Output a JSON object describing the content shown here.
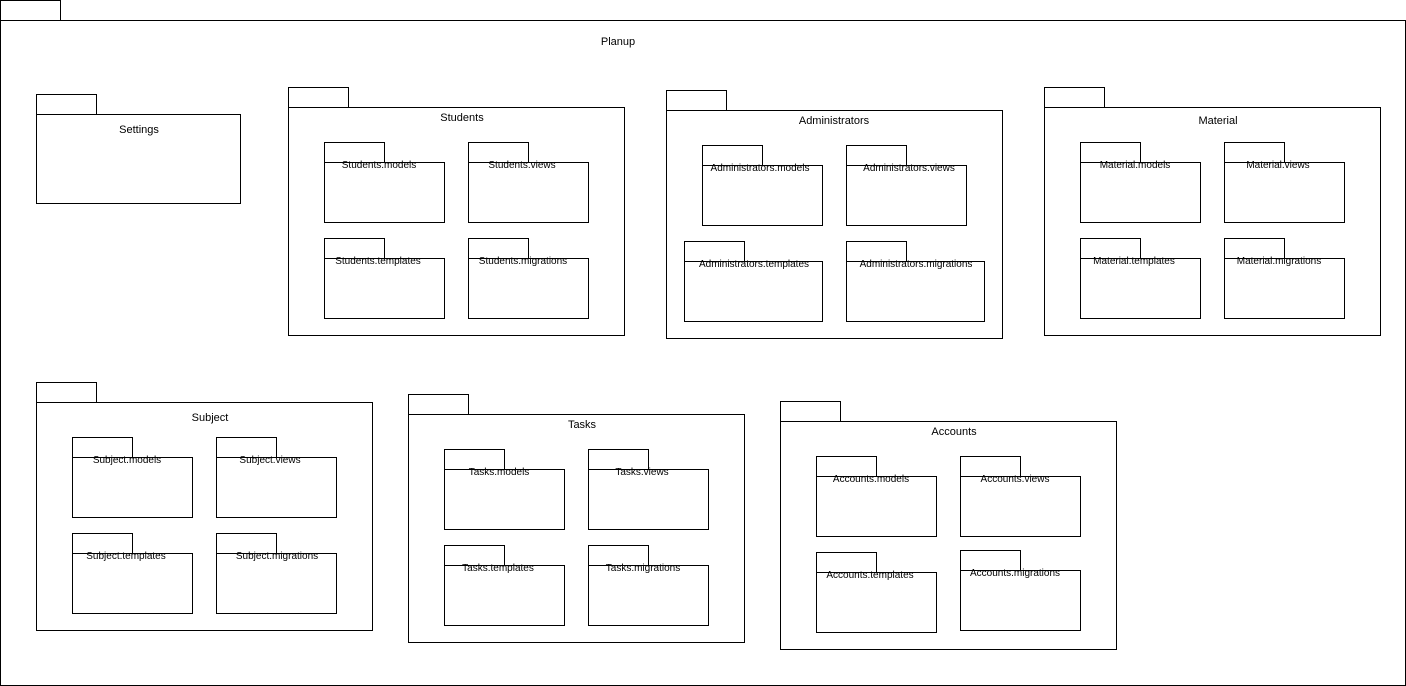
{
  "diagram": {
    "title": "Planup",
    "packages": {
      "settings": {
        "name": "Settings"
      },
      "students": {
        "name": "Students",
        "subs": [
          "Students.models",
          "Students.views",
          "Students.templates",
          "Students.migrations"
        ]
      },
      "administrators": {
        "name": "Administrators",
        "subs": [
          "Administrators.models",
          "Administrators.views",
          "Administrators.templates",
          "Administrators.migrations"
        ]
      },
      "material": {
        "name": "Material",
        "subs": [
          "Material.models",
          "Material.views",
          "Material.templates",
          "Material.migrations"
        ]
      },
      "subject": {
        "name": "Subject",
        "subs": [
          "Subject.models",
          "Subject.views",
          "Subject.templates",
          "Subject.migrations"
        ]
      },
      "tasks": {
        "name": "Tasks",
        "subs": [
          "Tasks.models",
          "Tasks.views",
          "Tasks.templates",
          "Tasks.migrations"
        ]
      },
      "accounts": {
        "name": "Accounts",
        "subs": [
          "Accounts.models",
          "Accounts.views",
          "Accounts.templates",
          "Accounts.migrations"
        ]
      }
    }
  }
}
